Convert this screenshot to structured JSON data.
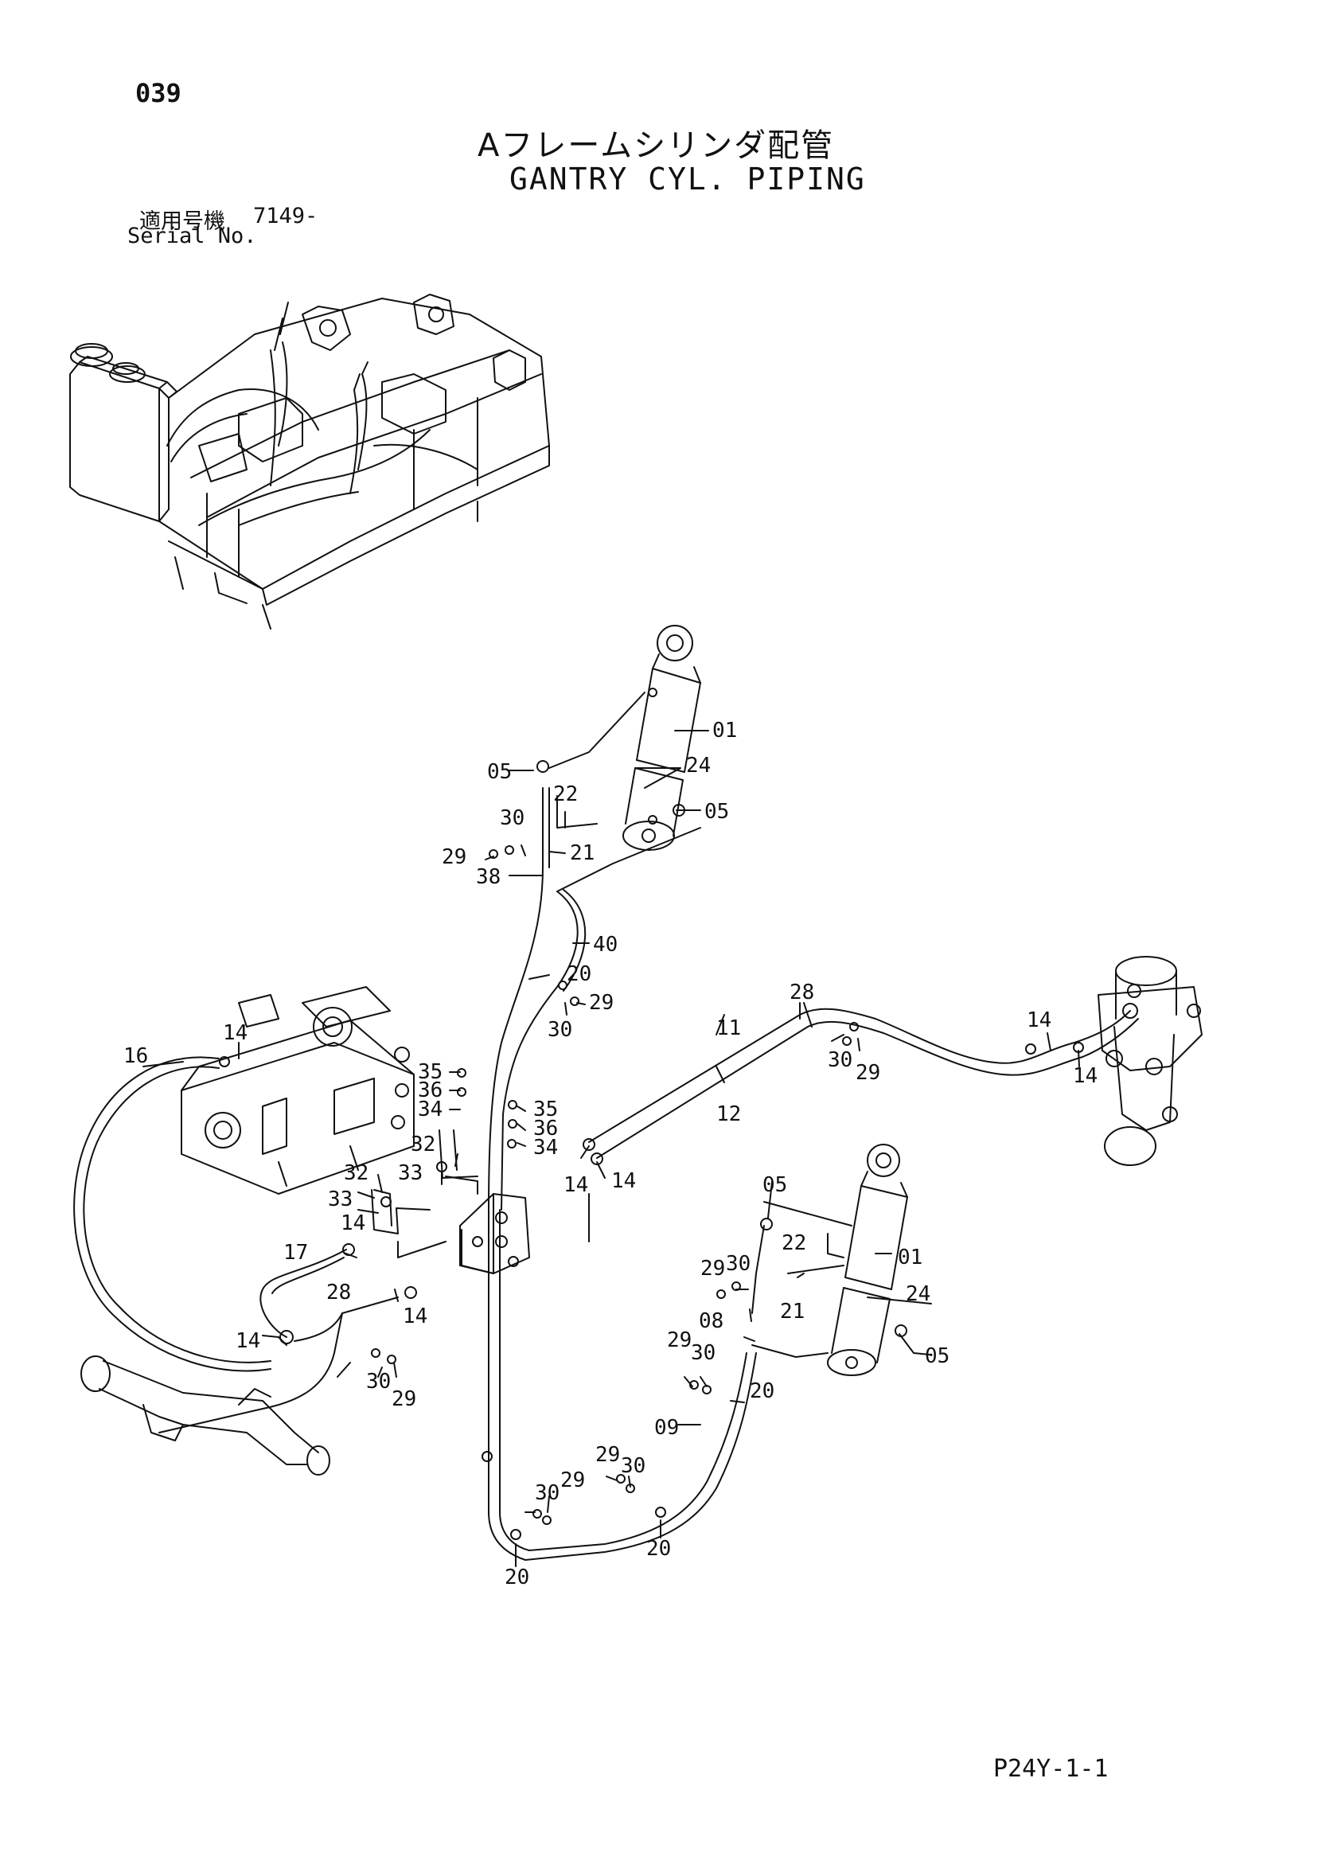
{
  "header": {
    "page_number": "039",
    "title_ja": "Aフレームシリンダ配管",
    "title_en": "GANTRY CYL. PIPING",
    "serial_label_ja": "適用号機",
    "serial_value": "7149-",
    "serial_label_en": "Serial No."
  },
  "footer": {
    "page_code": "P24Y-1-1"
  },
  "callouts": [
    "01",
    "05",
    "24",
    "22",
    "30",
    "29",
    "21",
    "38",
    "40",
    "20",
    "28",
    "11",
    "12",
    "14",
    "16",
    "35",
    "36",
    "34",
    "32",
    "33",
    "17",
    "08",
    "09"
  ]
}
